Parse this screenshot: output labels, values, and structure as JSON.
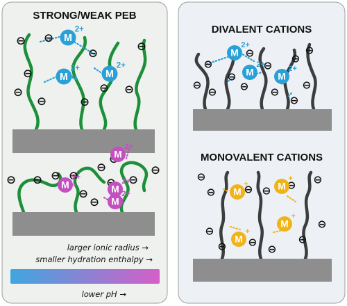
{
  "colors": {
    "panel_bg": "#eef1ed",
    "panel_bg_right": "#edf1f5",
    "panel_border": "#9aa09a",
    "substrate": "#8e8e8e",
    "strong_chain": "#1c8f3a",
    "weak_chain": "#1c8f3a",
    "divalent_chain": "#3d3d3d",
    "monovalent_chain": "#3d3d3d",
    "strong_ion": "#2aa0d8",
    "weak_ion": "#c44fc0",
    "divalent_ion": "#2aa0d8",
    "monovalent_ion": "#f0b418",
    "gradient_start": "#3fa6df",
    "gradient_end": "#d45fc8"
  },
  "left_panel": {
    "title": "STRONG/WEAK PEB",
    "strong_section": {
      "ion_label": "M",
      "ion_charge": "2+",
      "minus": "⊖"
    },
    "weak_section": {
      "ion_label": "M",
      "ion_charge": "2+",
      "minus": "⊖"
    },
    "arrow_notes": [
      {
        "text": "larger ionic radius",
        "arrow": "→"
      },
      {
        "text": "smaller hydration enthalpy",
        "arrow": "→"
      }
    ],
    "gradient_note": {
      "text": "lower pH",
      "arrow": "→"
    }
  },
  "right_panel": {
    "divalent": {
      "title": "DIVALENT CATIONS",
      "ion_label": "M",
      "ion_charge": "2+",
      "minus": "⊖"
    },
    "monovalent": {
      "title": "MONOVALENT CATIONS",
      "ion_label": "M",
      "ion_charge": "+",
      "minus": "⊖"
    }
  }
}
